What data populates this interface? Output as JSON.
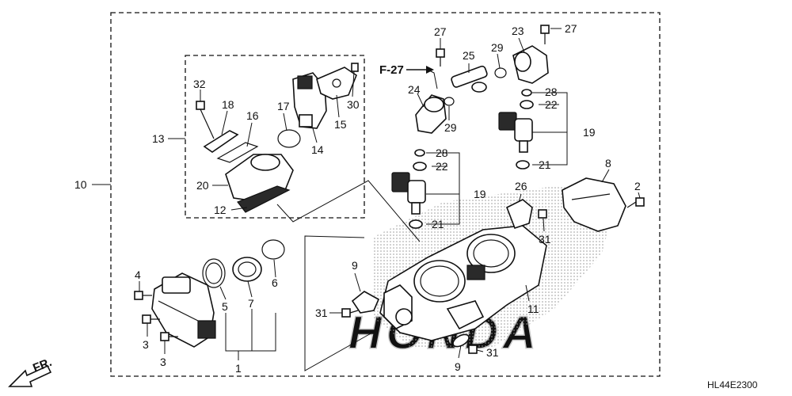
{
  "callouts": {
    "c1": "1",
    "c2": "2",
    "c3a": "3",
    "c3b": "3",
    "c4": "4",
    "c5": "5",
    "c6": "6",
    "c7": "7",
    "c8": "8",
    "c9a": "9",
    "c9b": "9",
    "c10": "10",
    "c11": "11",
    "c12": "12",
    "c13": "13",
    "c14": "14",
    "c15": "15",
    "c16": "16",
    "c17": "17",
    "c18": "18",
    "c19a": "19",
    "c19b": "19",
    "c20": "20",
    "c21a": "21",
    "c21b": "21",
    "c22a": "22",
    "c22b": "22",
    "c23": "23",
    "c24": "24",
    "c25": "25",
    "c26": "26",
    "c27a": "27",
    "c27b": "27",
    "c28a": "28",
    "c28b": "28",
    "c29a": "29",
    "c29b": "29",
    "c30": "30",
    "c31a": "31",
    "c31b": "31",
    "c31c": "31",
    "c32": "32"
  },
  "reference_label": "F-27",
  "direction_label": "FR.",
  "diagram_code": "HL44E2300",
  "watermark": "HONDA",
  "colors": {
    "ink": "#111111",
    "background": "#ffffff",
    "stipple": "#9a9a9a"
  }
}
